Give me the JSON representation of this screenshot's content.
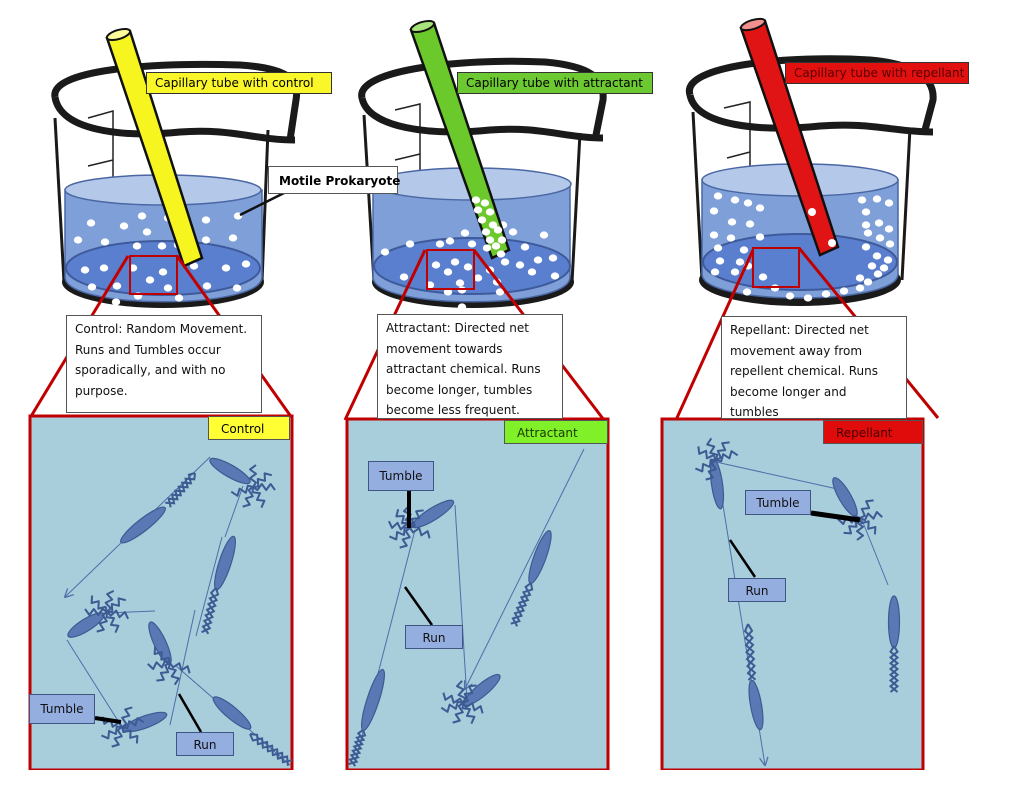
{
  "beakers": [
    {
      "id": "control",
      "tube_label": "Capillary tube with control",
      "tube_color": "#f7f520",
      "label_color": "#f9f62a",
      "description": "Control: Random Movement.\nRuns and Tumbles occur\nsporadically, and with no\npurpose."
    },
    {
      "id": "attractant",
      "tube_label": "Capillary tube with attractant",
      "tube_color": "#6cc92c",
      "label_color": "#6cc932",
      "description": "Attractant:  Directed net\nmovement towards\nattractant chemical. Runs\nbecome longer, tumbles\nbecome less frequent."
    },
    {
      "id": "repellant",
      "tube_label": "Capillary tube with repellant",
      "tube_color": "#e01414",
      "label_color": "#e31010",
      "description": "Repellant: Directed net\nmovement away from\nrepellent chemical. Runs\nbecome longer and tumbles\nbecome less frequent."
    }
  ],
  "callout": {
    "motile_label": "Motile Prokaryote"
  },
  "panels": [
    {
      "id": "control",
      "tag": "Control",
      "tag_color": "#ffff33",
      "tumble": "Tumble",
      "run": "Run"
    },
    {
      "id": "attractant",
      "tag": "Attractant",
      "tag_color": "#80f028",
      "tumble": "Tumble",
      "run": "Run"
    },
    {
      "id": "repellant",
      "tag": "Repellant",
      "tag_color": "#e00b0b",
      "tumble": "Tumble",
      "run": "Run"
    }
  ],
  "colors": {
    "water_top": "#b4c8ea",
    "water_body": "#7f9fd9",
    "water_bottom": "#5b7fcf",
    "panel_bg": "#a8cddb",
    "cell": "#5a78b4",
    "zoom_red": "#c00000"
  }
}
